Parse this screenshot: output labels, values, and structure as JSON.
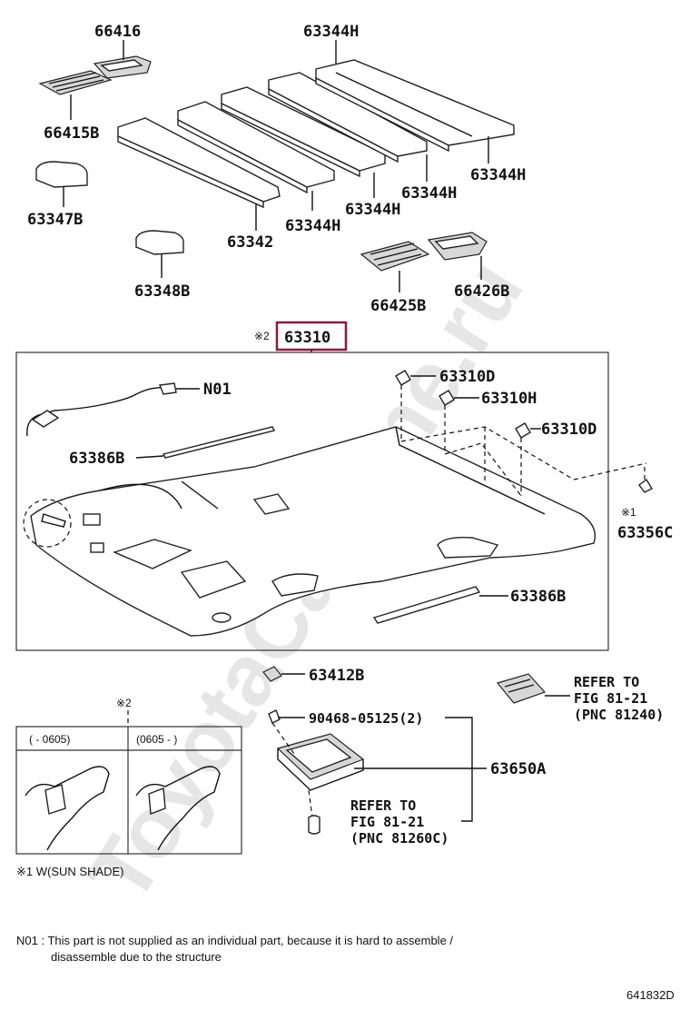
{
  "labels": {
    "p66416": "66416",
    "p66415B": "66415B",
    "p63347B": "63347B",
    "p63348B": "63348B",
    "p63344H_top": "63344H",
    "p63344H_r1": "63344H",
    "p63344H_r2": "63344H",
    "p63344H_r3": "63344H",
    "p63344H_r4": "63344H",
    "p63342": "63342",
    "p66425B": "66425B",
    "p66426B": "66426B",
    "p63310": "63310",
    "p63310_mark": "※2",
    "pN01": "N01",
    "p63386B_a": "63386B",
    "p63386B_b": "63386B",
    "p63310D_a": "63310D",
    "p63310H": "63310H",
    "p63310D_b": "63310D",
    "p63356C_mark": "※1",
    "p63356C": "63356C",
    "p63412B": "63412B",
    "p90468": "90468-05125(2)",
    "p63650A": "63650A",
    "ref1_line1": "REFER TO",
    "ref1_line2": "FIG 81-21",
    "ref1_line3": "(PNC 81240)",
    "ref2_line1": "REFER TO",
    "ref2_line2": "FIG 81-21",
    "ref2_line3": "(PNC 81260C)"
  },
  "inset": {
    "mark": "※2",
    "col1_header": "(    - 0605)",
    "col2_header": "(0605 -    )"
  },
  "footnotes": {
    "sun_shade": "※1 W(SUN SHADE)",
    "n01_line1": "N01 : This part is not supplied as an individual part, because it is hard to assemble /",
    "n01_line2": "disassemble due to the structure"
  },
  "diagram_id": "641832D",
  "watermark": "ToyotaCarMine.ru",
  "colors": {
    "highlight_box": "#8b1a3a",
    "line": "#111111",
    "watermark": "#e4e4e4"
  }
}
